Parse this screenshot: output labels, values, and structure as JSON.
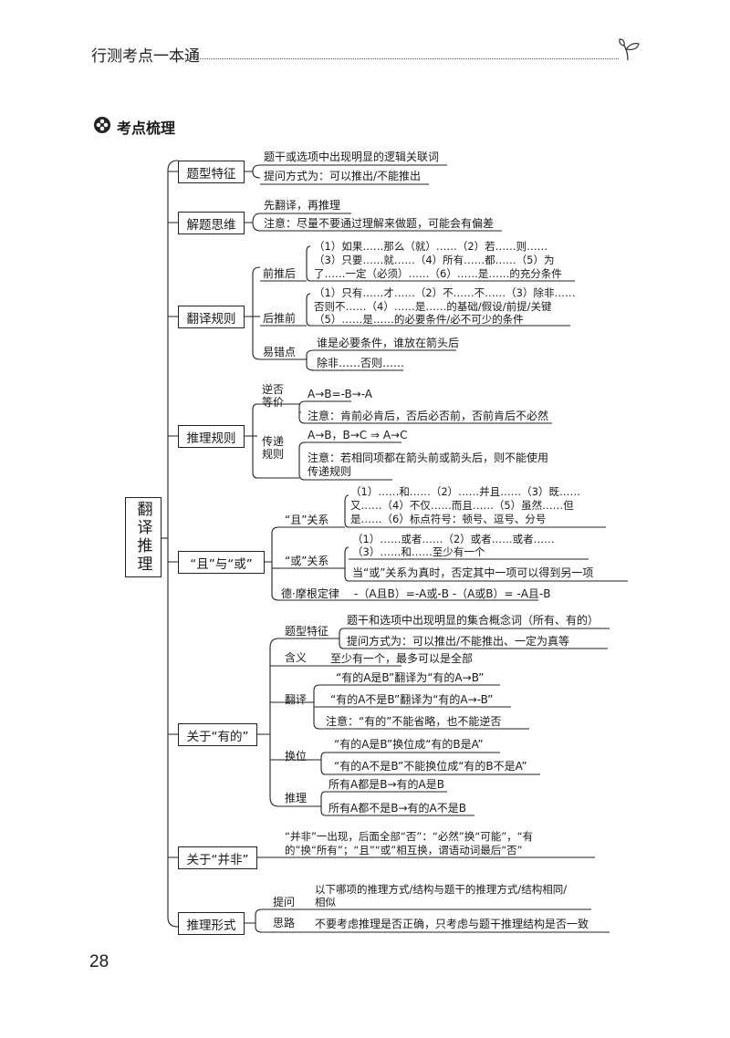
{
  "header": {
    "title": "行测考点一本通"
  },
  "section": {
    "title": "考点梳理"
  },
  "page_number": "28",
  "root": {
    "label": "翻译推理"
  },
  "tzt": {
    "label": "题型特征",
    "items": [
      "题干或选项中出现明显的逻辑关联词",
      "提问方式为：可以推出/不能推出"
    ]
  },
  "jtsw": {
    "label": "解题思维",
    "items": [
      "先翻译，再推理",
      "注意：尽量不要通过理解来做题，可能会有偏差"
    ]
  },
  "fygz": {
    "label": "翻译规则",
    "qtj": {
      "label": "前推后",
      "l1": "（1）如果……那么（就）……（2）若……则……",
      "l2": "（3）只要……就……（4）所有……都……（5）为",
      "l3": "了……一定（必须）……（6）……是……的充分条件"
    },
    "htq": {
      "label": "后推前",
      "l1": "（1）只有……才……（2）不……不……（3）除非……",
      "l2": "否则不……（4）……是……的基础/假设/前提/关键",
      "l3": "（5）……是……的必要条件/必不可少的条件"
    },
    "ycd": {
      "label": "易错点",
      "items": [
        "谁是必要条件，谁放在箭头后",
        "除非……否则……"
      ]
    }
  },
  "tlgz": {
    "label": "推理规则",
    "nfdj": {
      "label1": "逆否",
      "label2": "等价",
      "formula": "A→B=-B→-A",
      "note": "注意：肯前必肯后，否后必否前，否前肯后不必然"
    },
    "cd": {
      "label1": "传递",
      "label2": "规则",
      "formula": "A→B，B→C ⇒ A→C",
      "note1": "注意：若相同项都在箭头前或箭头后，则不能使用",
      "note2": "传递规则"
    }
  },
  "qh": {
    "label": "“且”与“或”",
    "qie": {
      "label": "“且”关系",
      "l1": "（1）……和……（2）……并且……（3）既……",
      "l2": "又……（4）不仅……而且……（5）虽然……但",
      "l3": "是……（6）标点符号：顿号、逗号、分号"
    },
    "huo": {
      "label": "“或”关系",
      "l1": "（1）……或者……（2）或者……或者……",
      "l2": "（3）……和……至少有一个",
      "note": "当“或”关系为真时，否定其中一项可以得到另一项"
    },
    "dmg": {
      "label": "德·摩根定律",
      "formula": "-（A且B）=-A或-B   -（A或B）= -A且-B"
    }
  },
  "yd": {
    "label": "关于“有的”",
    "tx": {
      "label": "题型特征",
      "items": [
        "题干和选项中出现明显的集合概念词（所有、有的）",
        "提问方式为：可以推出/不能推出、一定为真等"
      ]
    },
    "hy": {
      "label": "含义",
      "text": "至少有一个，最多可以是全部"
    },
    "fy": {
      "label": "翻译",
      "items": [
        "“有的A是B”翻译为“有的A→B”",
        "“有的A不是B”翻译为“有的A→-B”",
        "注意：“有的”不能省略，也不能逆否"
      ]
    },
    "hw": {
      "label": "换位",
      "items": [
        "“有的A是B”换位成“有的B是A”",
        "“有的A不是B”不能换位成“有的B不是A”"
      ]
    },
    "tl": {
      "label": "推理",
      "items": [
        "所有A都是B→有的A是B",
        "所有A都不是B→有的A不是B"
      ]
    }
  },
  "bf": {
    "label": "关于“并非”",
    "l1": "“并非”一出现，后面全部“否”：“必然”换“可能”，“有",
    "l2": "的”换“所有”；“且”“或”相互换，谓语动词最后“否”"
  },
  "tlxs": {
    "label": "推理形式",
    "tw": {
      "label": "提问",
      "l1": "以下哪项的推理方式/结构与题干的推理方式/结构相同/",
      "l2": "相似"
    },
    "sl": {
      "label": "思路",
      "text": "不要考虑推理是否正确，只考虑与题干推理结构是否一致"
    }
  }
}
